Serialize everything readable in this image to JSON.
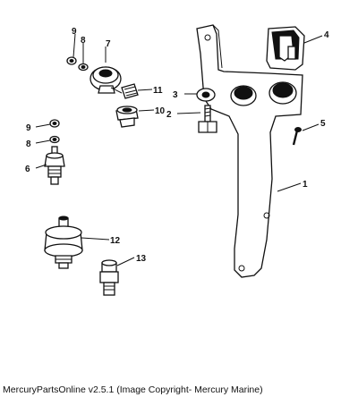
{
  "footer": {
    "text": "MercuryPartsOnline v2.5.1 (Image Copyright- Mercury Marine)"
  },
  "callouts": [
    {
      "id": "c1",
      "label": "1"
    },
    {
      "id": "c2",
      "label": "2"
    },
    {
      "id": "c3",
      "label": "3"
    },
    {
      "id": "c4",
      "label": "4"
    },
    {
      "id": "c5",
      "label": "5"
    },
    {
      "id": "c6",
      "label": "6"
    },
    {
      "id": "c7",
      "label": "7"
    },
    {
      "id": "c8a",
      "label": "8"
    },
    {
      "id": "c8b",
      "label": "8"
    },
    {
      "id": "c9a",
      "label": "9"
    },
    {
      "id": "c9b",
      "label": "9"
    },
    {
      "id": "c10",
      "label": "10"
    },
    {
      "id": "c11",
      "label": "11"
    },
    {
      "id": "c12",
      "label": "12"
    },
    {
      "id": "c13",
      "label": "13"
    }
  ]
}
